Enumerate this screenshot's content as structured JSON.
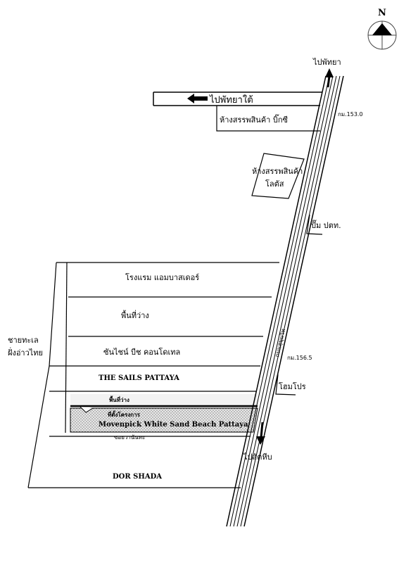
{
  "compass": {
    "label": "N"
  },
  "roads": {
    "to_pattaya": "ไปพัทยา",
    "to_south_pattaya": "ไปพัทยาใต้",
    "to_sattahip": "ไปสัตหีบ",
    "highway_name": "ถนนสุขุมวิท"
  },
  "landmarks": {
    "big_c": "ห้างสรรพสินค้า บิ๊กซี",
    "km_153": "กม.153.0",
    "lotus_line1": "ห้างสรรพสินค้า",
    "lotus_line2": "โลตัส",
    "ptt": "ปั๊ม ปตท.",
    "ambassador": "โรงแรม แอมบาสเดอร์",
    "vacant_1": "พื้นที่ว่าง",
    "sunshine": "ซันไชน์ บีช คอนโดเทล",
    "km_156": "กม.156.5",
    "sails": "THE SAILS PATTAYA",
    "home_pro": "โฮมโปร",
    "vacant_2": "พื้นที่ว่าง",
    "project_site": "ที่ตั้งโครงการ",
    "movenpick": "Movenpick White Sand Beach Pattaya",
    "soi": "ซอยวานันทะ",
    "dor_shada": "DOR SHADA",
    "beach_line1": "ชายทะเล",
    "beach_line2": "ฝั่งอ่าวไทย"
  }
}
